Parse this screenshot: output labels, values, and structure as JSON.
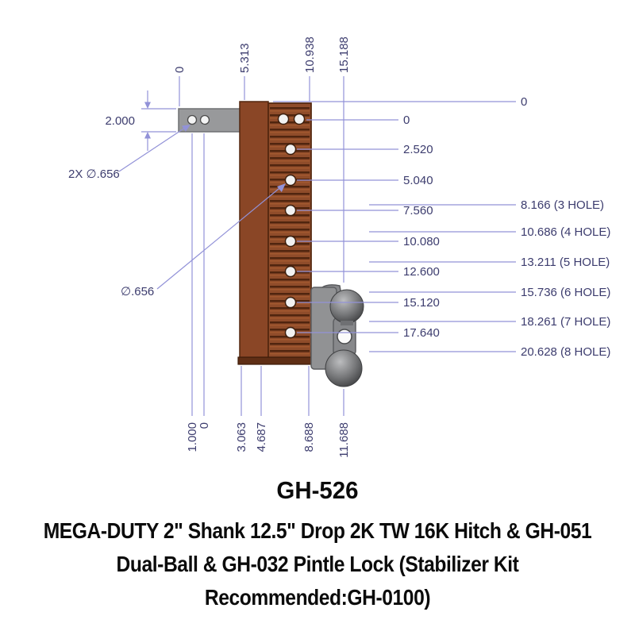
{
  "title_block": {
    "model": "GH-526",
    "line1": "MEGA-DUTY 2\" Shank 12.5\" Drop 2K TW 16K Hitch & GH-051",
    "line2": "Dual-Ball & GH-032 Pintle Lock (Stabilizer Kit",
    "line3": "Recommended:GH-0100)"
  },
  "dimensions": {
    "top": [
      "0",
      "5.313",
      "10.938",
      "15.188"
    ],
    "bottom": [
      "1.000",
      "0",
      "3.063",
      "4.687",
      "8.688",
      "11.688"
    ],
    "left": {
      "shank_height": "2.000",
      "shank_hole_diameter": "2X ∅.656",
      "adjustment_hole_diameter": "∅.656"
    },
    "right_top": "0",
    "right_holes": [
      "0",
      "2.520",
      "5.040",
      "7.560",
      "10.080",
      "12.600",
      "15.120",
      "17.640"
    ],
    "right_drop_positions": [
      "8.166 (3 HOLE)",
      "10.686 (4 HOLE)",
      "13.211 (5 HOLE)",
      "15.736 (6 HOLE)",
      "18.261 (7 HOLE)",
      "20.628 (8 HOLE)"
    ]
  },
  "colors": {
    "dimension_line": "#9292d8",
    "dimension_text": "#3c3c6e",
    "shank_steel": "#98999b",
    "bar_bronze": "#8a4626",
    "ball_steel": "#6e6f71"
  }
}
